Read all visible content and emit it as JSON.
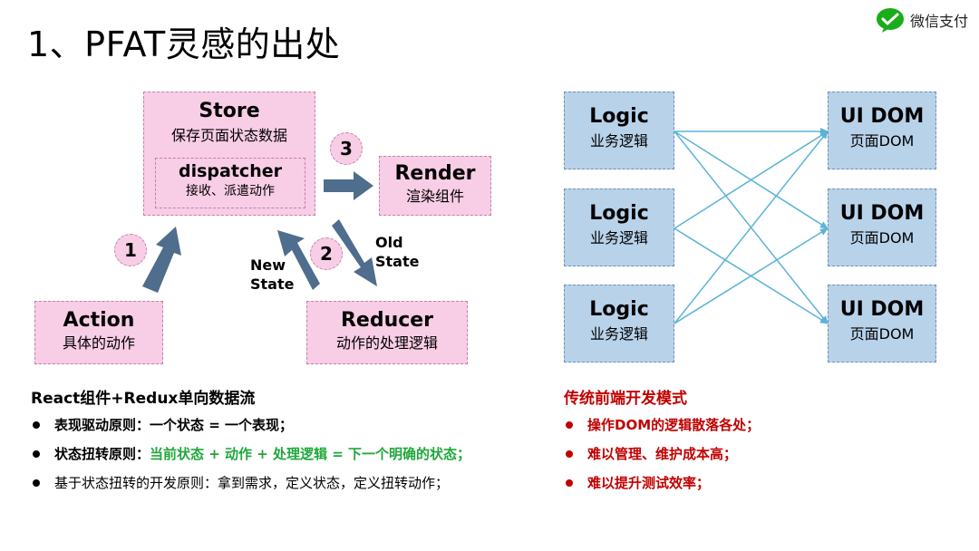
{
  "title": "1、PFAT灵感的出处",
  "logo": {
    "text": "微信支付",
    "brand_color": "#1aad19"
  },
  "flux": {
    "store": {
      "title": "Store",
      "subtitle": "保存页面状态数据"
    },
    "dispatcher": {
      "title": "dispatcher",
      "subtitle": "接收、派遣动作"
    },
    "render": {
      "title": "Render",
      "subtitle": "渲染组件"
    },
    "action": {
      "title": "Action",
      "subtitle": "具体的动作"
    },
    "reducer": {
      "title": "Reducer",
      "subtitle": "动作的处理逻辑"
    },
    "steps": [
      "1",
      "2",
      "3"
    ],
    "new_state": [
      "New",
      "State"
    ],
    "old_state": [
      "Old",
      "State"
    ]
  },
  "traditional": {
    "logic": [
      {
        "title": "Logic",
        "subtitle": "业务逻辑"
      },
      {
        "title": "Logic",
        "subtitle": "业务逻辑"
      },
      {
        "title": "Logic",
        "subtitle": "业务逻辑"
      }
    ],
    "uidom": [
      {
        "title": "UI DOM",
        "subtitle": "页面DOM"
      },
      {
        "title": "UI DOM",
        "subtitle": "页面DOM"
      },
      {
        "title": "UI DOM",
        "subtitle": "页面DOM"
      }
    ]
  },
  "left_notes": {
    "heading": "React组件+Redux单向数据流",
    "b1": "表现驱动原则：一个状态 = 一个表现；",
    "b2_prefix": "状态扭转原则：",
    "b2_highlight": "当前状态 + 动作 + 处理逻辑 = 下一个明确的状态；",
    "b3": "基于状态扭转的开发原则：拿到需求，定义状态，定义扭转动作；"
  },
  "right_notes": {
    "heading": "传统前端开发模式",
    "b1": "操作DOM的逻辑散落各处；",
    "b2": "难以管理、维护成本高；",
    "b3": "难以提升测试效率；"
  },
  "colors": {
    "pink_box": "#f8cde6",
    "blue_box": "#b8d2ea",
    "arrow": "#4f6d8c",
    "highlight_green": "#1fa83a",
    "traditional_red": "#c00000",
    "connector": "#5bb3d8"
  }
}
